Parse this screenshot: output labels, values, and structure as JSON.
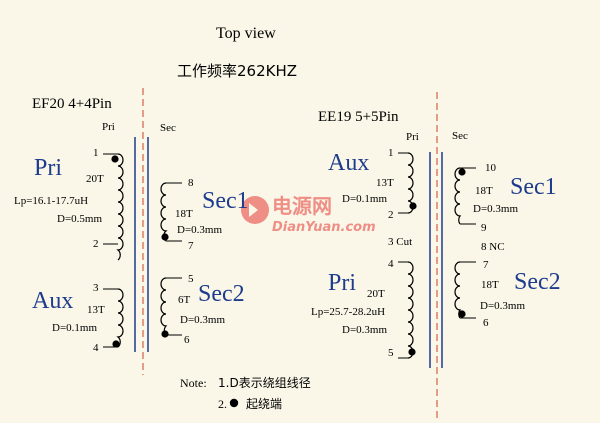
{
  "title": "Top view",
  "subtitle": "工作频率262KHZ",
  "watermark": {
    "cn": "电源网",
    "en": "DianYuan.com"
  },
  "left": {
    "name": "EF20 4+4Pin",
    "pri_header": "Pri",
    "sec_header": "Sec",
    "pri": {
      "label": "Pri",
      "pin_top": "1",
      "turns": "20T",
      "lp": "Lp=16.1-17.7uH",
      "wire": "D=0.5mm",
      "pin_bottom": "2"
    },
    "aux": {
      "label": "Aux",
      "pin_top": "3",
      "turns": "13T",
      "wire": "D=0.1mm",
      "pin_bottom": "4"
    },
    "sec1": {
      "label": "Sec1",
      "pin_top": "8",
      "turns": "18T",
      "wire": "D=0.3mm",
      "pin_bottom": "7"
    },
    "sec2": {
      "label": "Sec2",
      "pin_top": "5",
      "turns": "6T",
      "wire": "D=0.3mm",
      "pin_bottom": "6"
    }
  },
  "right": {
    "name": "EE19 5+5Pin",
    "pri_header": "Pri",
    "sec_header": "Sec",
    "aux": {
      "label": "Aux",
      "pin_top": "1",
      "turns": "13T",
      "wire": "D=0.1mm",
      "pin_bottom": "2"
    },
    "cut": "3 Cut",
    "pri": {
      "label": "Pri",
      "pin_top": "4",
      "turns": "20T",
      "lp": "Lp=25.7-28.2uH",
      "wire": "D=0.3mm",
      "pin_bottom": "5"
    },
    "sec1": {
      "label": "Sec1",
      "pin_top": "10",
      "turns": "18T",
      "wire": "D=0.3mm",
      "pin_bottom": "9"
    },
    "nc": "8 NC",
    "sec2": {
      "label": "Sec2",
      "pin_top": "7",
      "turns": "18T",
      "wire": "D=0.3mm",
      "pin_bottom": "6"
    }
  },
  "note": {
    "label": "Note:",
    "line1": "1.D表示绕组线径",
    "line2_num": "2.",
    "line2_text": "起绕端"
  },
  "colors": {
    "background": "#FAF7E9",
    "core": "#1E3C8C",
    "divider": "#D04020",
    "watermark": "#E53935"
  }
}
